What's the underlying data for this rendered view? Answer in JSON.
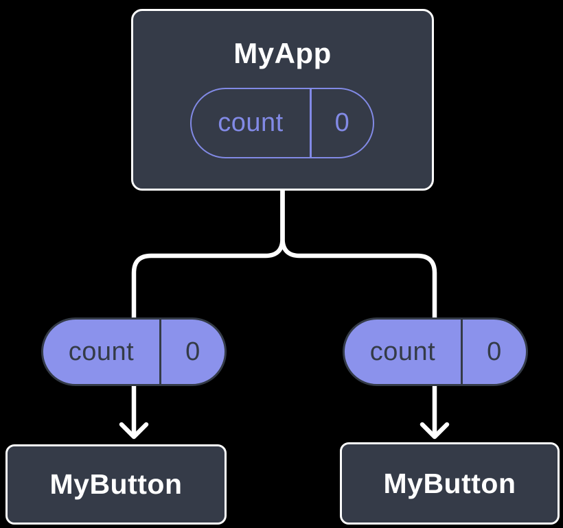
{
  "colors": {
    "background": "#000000",
    "node_fill": "#353B48",
    "node_border": "#FFFFFF",
    "connector": "#FFFFFF",
    "purple_outline": "#828AE6",
    "purple_fill": "#8B92EC",
    "pill_dark": "#343B47",
    "title_text": "#FFFFFF"
  },
  "diagram": {
    "root": {
      "title": "MyApp",
      "state": {
        "name": "count",
        "value": "0"
      }
    },
    "children": [
      {
        "state": {
          "name": "count",
          "value": "0"
        },
        "label": "MyButton"
      },
      {
        "state": {
          "name": "count",
          "value": "0"
        },
        "label": "MyButton"
      }
    ]
  }
}
